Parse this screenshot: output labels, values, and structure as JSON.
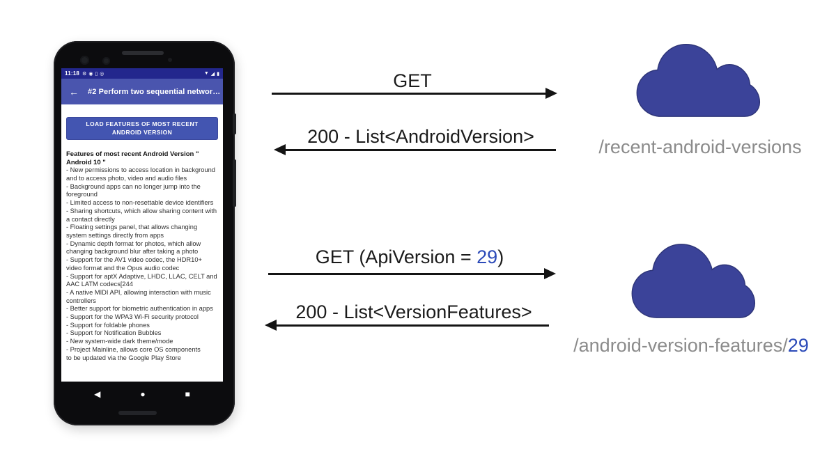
{
  "colors": {
    "cloud_fill": "#3b4399",
    "cloud_border": "#2e3578",
    "status_bar_bg": "#23278d",
    "app_bar_bg": "#4a55ae",
    "button_bg": "#4355b1",
    "endpoint_gray": "#8b8b8b",
    "highlight_blue": "#2b4ab8",
    "arrow_black": "#141414"
  },
  "phone": {
    "status": {
      "time": "11:18",
      "left_icons": [
        {
          "name": "settings-gear-icon",
          "glyph": "⚙"
        },
        {
          "name": "play-protect-shield-icon",
          "glyph": "◉"
        },
        {
          "name": "battery-saver-icon",
          "glyph": "▯"
        },
        {
          "name": "data-saver-icon",
          "glyph": "◎"
        }
      ],
      "right_icons": [
        {
          "name": "wifi-icon",
          "glyph": "▼"
        },
        {
          "name": "cell-signal-icon",
          "glyph": "◢"
        },
        {
          "name": "battery-icon",
          "glyph": "▮"
        }
      ]
    },
    "app_bar": {
      "back_glyph": "←",
      "title": "#2 Perform two sequential networ…"
    },
    "load_button_label": "LOAD FEATURES OF MOST RECENT ANDROID VERSION",
    "features_heading": "Features of most recent Android Version \" Android 10 \"",
    "features": [
      "- New permissions to access location in background and to access photo, video and audio files",
      "- Background apps can no longer jump into the foreground",
      "- Limited access to non-resettable device identifiers",
      "- Sharing shortcuts, which allow sharing content with a contact directly",
      "- Floating settings panel, that allows changing system settings directly from apps",
      "- Dynamic depth format for photos, which allow changing background blur after taking a photo",
      "- Support for the AV1 video codec, the HDR10+ video format and the Opus audio codec",
      "- Support for aptX Adaptive, LHDC, LLAC, CELT and AAC LATM codecs[244",
      "- A native MIDI API, allowing interaction with music controllers",
      "- Better support for biometric authentication in apps",
      "- Support for the WPA3 Wi-Fi security protocol",
      "- Support for foldable phones",
      "- Support for Notification Bubbles",
      "- New system-wide dark theme/mode",
      "- Project Mainline, allows core OS components"
    ],
    "clipped_line": "to be updated via the Google Play Store",
    "nav_buttons": [
      {
        "name": "nav-back-button",
        "glyph": "◀"
      },
      {
        "name": "nav-home-button",
        "glyph": "●"
      },
      {
        "name": "nav-recents-button",
        "glyph": "■"
      }
    ]
  },
  "diagram": {
    "flow1": {
      "request_label": "GET",
      "response_label": "200 - List<AndroidVersion>",
      "endpoint_label": "/recent-android-versions"
    },
    "flow2": {
      "request_prefix": "GET (ApiVersion = ",
      "request_value": "29",
      "request_suffix": ")",
      "response_label": "200 - List<VersionFeatures>",
      "endpoint_prefix": "/android-version-features/",
      "endpoint_value": "29"
    }
  }
}
